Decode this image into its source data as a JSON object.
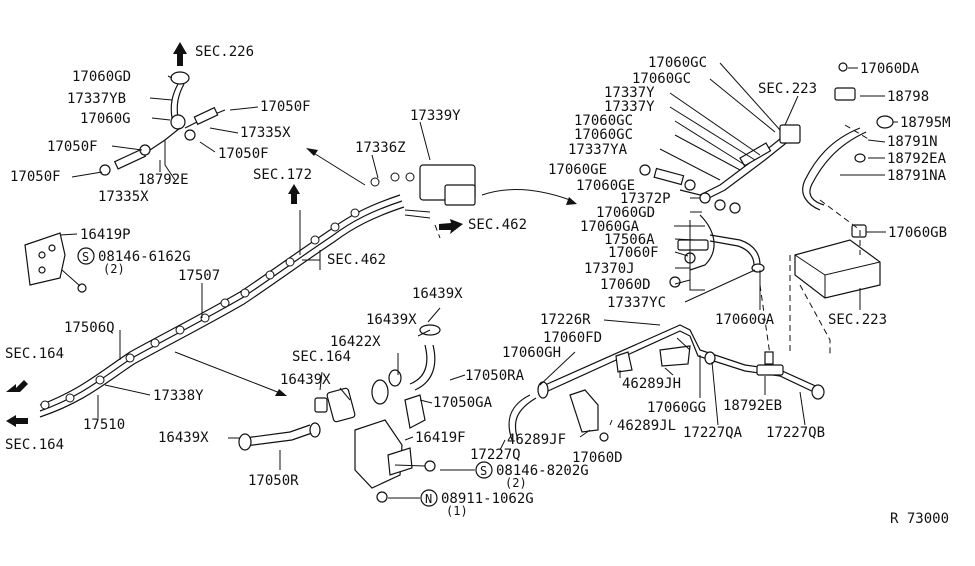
{
  "labels": {
    "sec226": "SEC.226",
    "p17060GD": "17060GD",
    "p17337YB": "17337YB",
    "p17060G": "17060G",
    "p17050F_a": "17050F",
    "p17335X_a": "17335X",
    "p17050F_b": "17050F",
    "p17050F_c": "17050F",
    "p17050F_d": "17050F",
    "p18792E": "18792E",
    "p17335X_b": "17335X",
    "p17339Y": "17339Y",
    "p17336Z": "17336Z",
    "sec172": "SEC.172",
    "sec462_a": "SEC.462",
    "sec462_b": "SEC.462",
    "p16419P": "16419P",
    "bolt_top": "08146-6162G",
    "bolt_top_qty": "(2)",
    "p17507": "17507",
    "p17506Q": "17506Q",
    "sec164_a": "SEC.164",
    "sec164_b": "SEC.164",
    "sec164_c": "SEC.164",
    "p17338Y": "17338Y",
    "p17510": "17510",
    "p16439X_a": "16439X",
    "p16439X_b": "16439X",
    "p16439X_c": "16439X",
    "p16439X_d": "16439X",
    "p16422X": "16422X",
    "p17050RA": "17050RA",
    "p17050GA": "17050GA",
    "p16419F": "16419F",
    "p17050R": "17050R",
    "bolt_bot": "08146-8202G",
    "bolt_bot_qty": "(2)",
    "nut_bot": "08911-1062G",
    "nut_bot_qty": "(1)",
    "p17060GC_a": "17060GC",
    "p17060GC_b": "17060GC",
    "p17337Y_a": "17337Y",
    "p17337Y_b": "17337Y",
    "p17060GC_c": "17060GC",
    "p17060GC_d": "17060GC",
    "p17337YA": "17337YA",
    "p17060GE_a": "17060GE",
    "p17060GE_b": "17060GE",
    "p17372P": "17372P",
    "p17060GD_r": "17060GD",
    "p17060GA_a": "17060GA",
    "p17506A": "17506A",
    "p17060F": "17060F",
    "p17370J": "17370J",
    "p17060D_a": "17060D",
    "p17337YC": "17337YC",
    "p17060GA_b": "17060GA",
    "sec223_a": "SEC.223",
    "sec223_b": "SEC.223",
    "p17060DA": "17060DA",
    "p18798": "18798",
    "p18795M": "18795M",
    "p18791N": "18791N",
    "p18792EA": "18792EA",
    "p18791NA": "18791NA",
    "p17060GB": "17060GB",
    "p17226R": "17226R",
    "p17060FD": "17060FD",
    "p17060GH": "17060GH",
    "p46289JH": "46289JH",
    "p46289JF": "46289JF",
    "p46289JL": "46289JL",
    "p17060GG": "17060GG",
    "p18792EB": "18792EB",
    "p17227QA": "17227QA",
    "p17227QB": "17227QB",
    "p17227Q": "17227Q",
    "p17060D_b": "17060D",
    "ref": "R 73000",
    "sym_S": "S",
    "sym_N": "N"
  }
}
